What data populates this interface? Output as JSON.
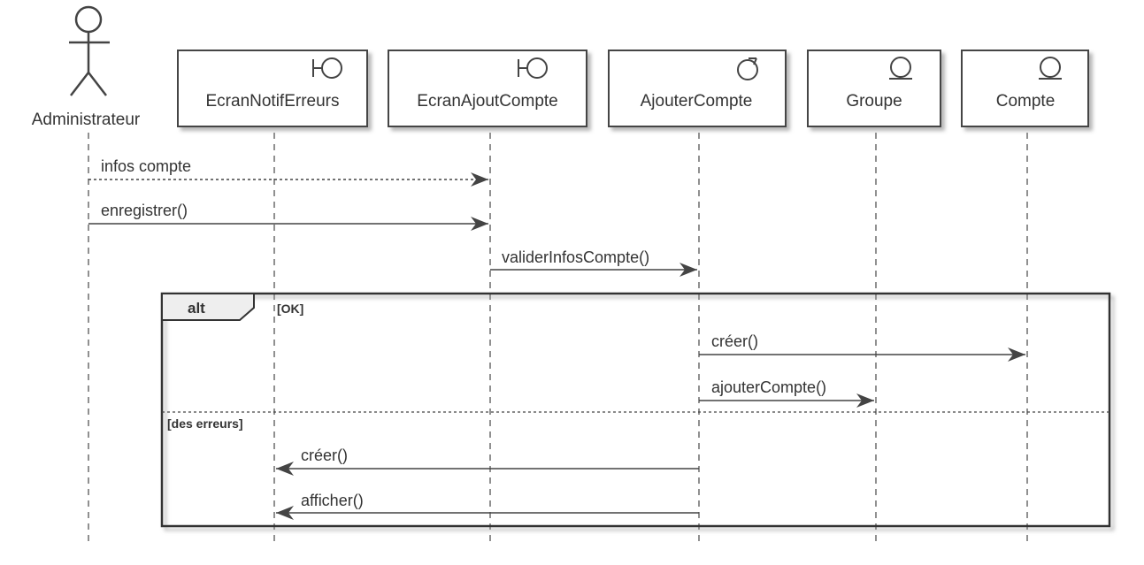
{
  "actor": {
    "label": "Administrateur",
    "icon": "actor-stick-figure-icon"
  },
  "participants": [
    {
      "id": "ecran-notif-erreurs",
      "label": "EcranNotifErreurs",
      "stereotype": "boundary-icon"
    },
    {
      "id": "ecran-ajout-compte",
      "label": "EcranAjoutCompte",
      "stereotype": "boundary-icon"
    },
    {
      "id": "ajouter-compte",
      "label": "AjouterCompte",
      "stereotype": "control-icon"
    },
    {
      "id": "groupe",
      "label": "Groupe",
      "stereotype": "entity-icon"
    },
    {
      "id": "compte",
      "label": "Compte",
      "stereotype": "entity-icon"
    }
  ],
  "messages": [
    {
      "label": "infos compte",
      "from": "Administrateur",
      "to": "EcranAjoutCompte",
      "style": "dotted"
    },
    {
      "label": "enregistrer()",
      "from": "Administrateur",
      "to": "EcranAjoutCompte",
      "style": "solid"
    },
    {
      "label": "validerInfosCompte()",
      "from": "EcranAjoutCompte",
      "to": "AjouterCompte",
      "style": "solid"
    },
    {
      "label": "créer()",
      "from": "AjouterCompte",
      "to": "Compte",
      "style": "solid"
    },
    {
      "label": "ajouterCompte()",
      "from": "AjouterCompte",
      "to": "Groupe",
      "style": "solid"
    },
    {
      "label": "créer()",
      "from": "AjouterCompte",
      "to": "EcranNotifErreurs",
      "style": "solid"
    },
    {
      "label": "afficher()",
      "from": "AjouterCompte",
      "to": "EcranNotifErreurs",
      "style": "solid"
    }
  ],
  "fragment": {
    "operator": "alt",
    "guard_1": "[OK]",
    "guard_2": "[des erreurs]"
  },
  "colors": {
    "line": "#444444",
    "box_fill": "#ffffff",
    "shadow": "#aaaaaa",
    "tab_fill": "#eeeeee"
  }
}
